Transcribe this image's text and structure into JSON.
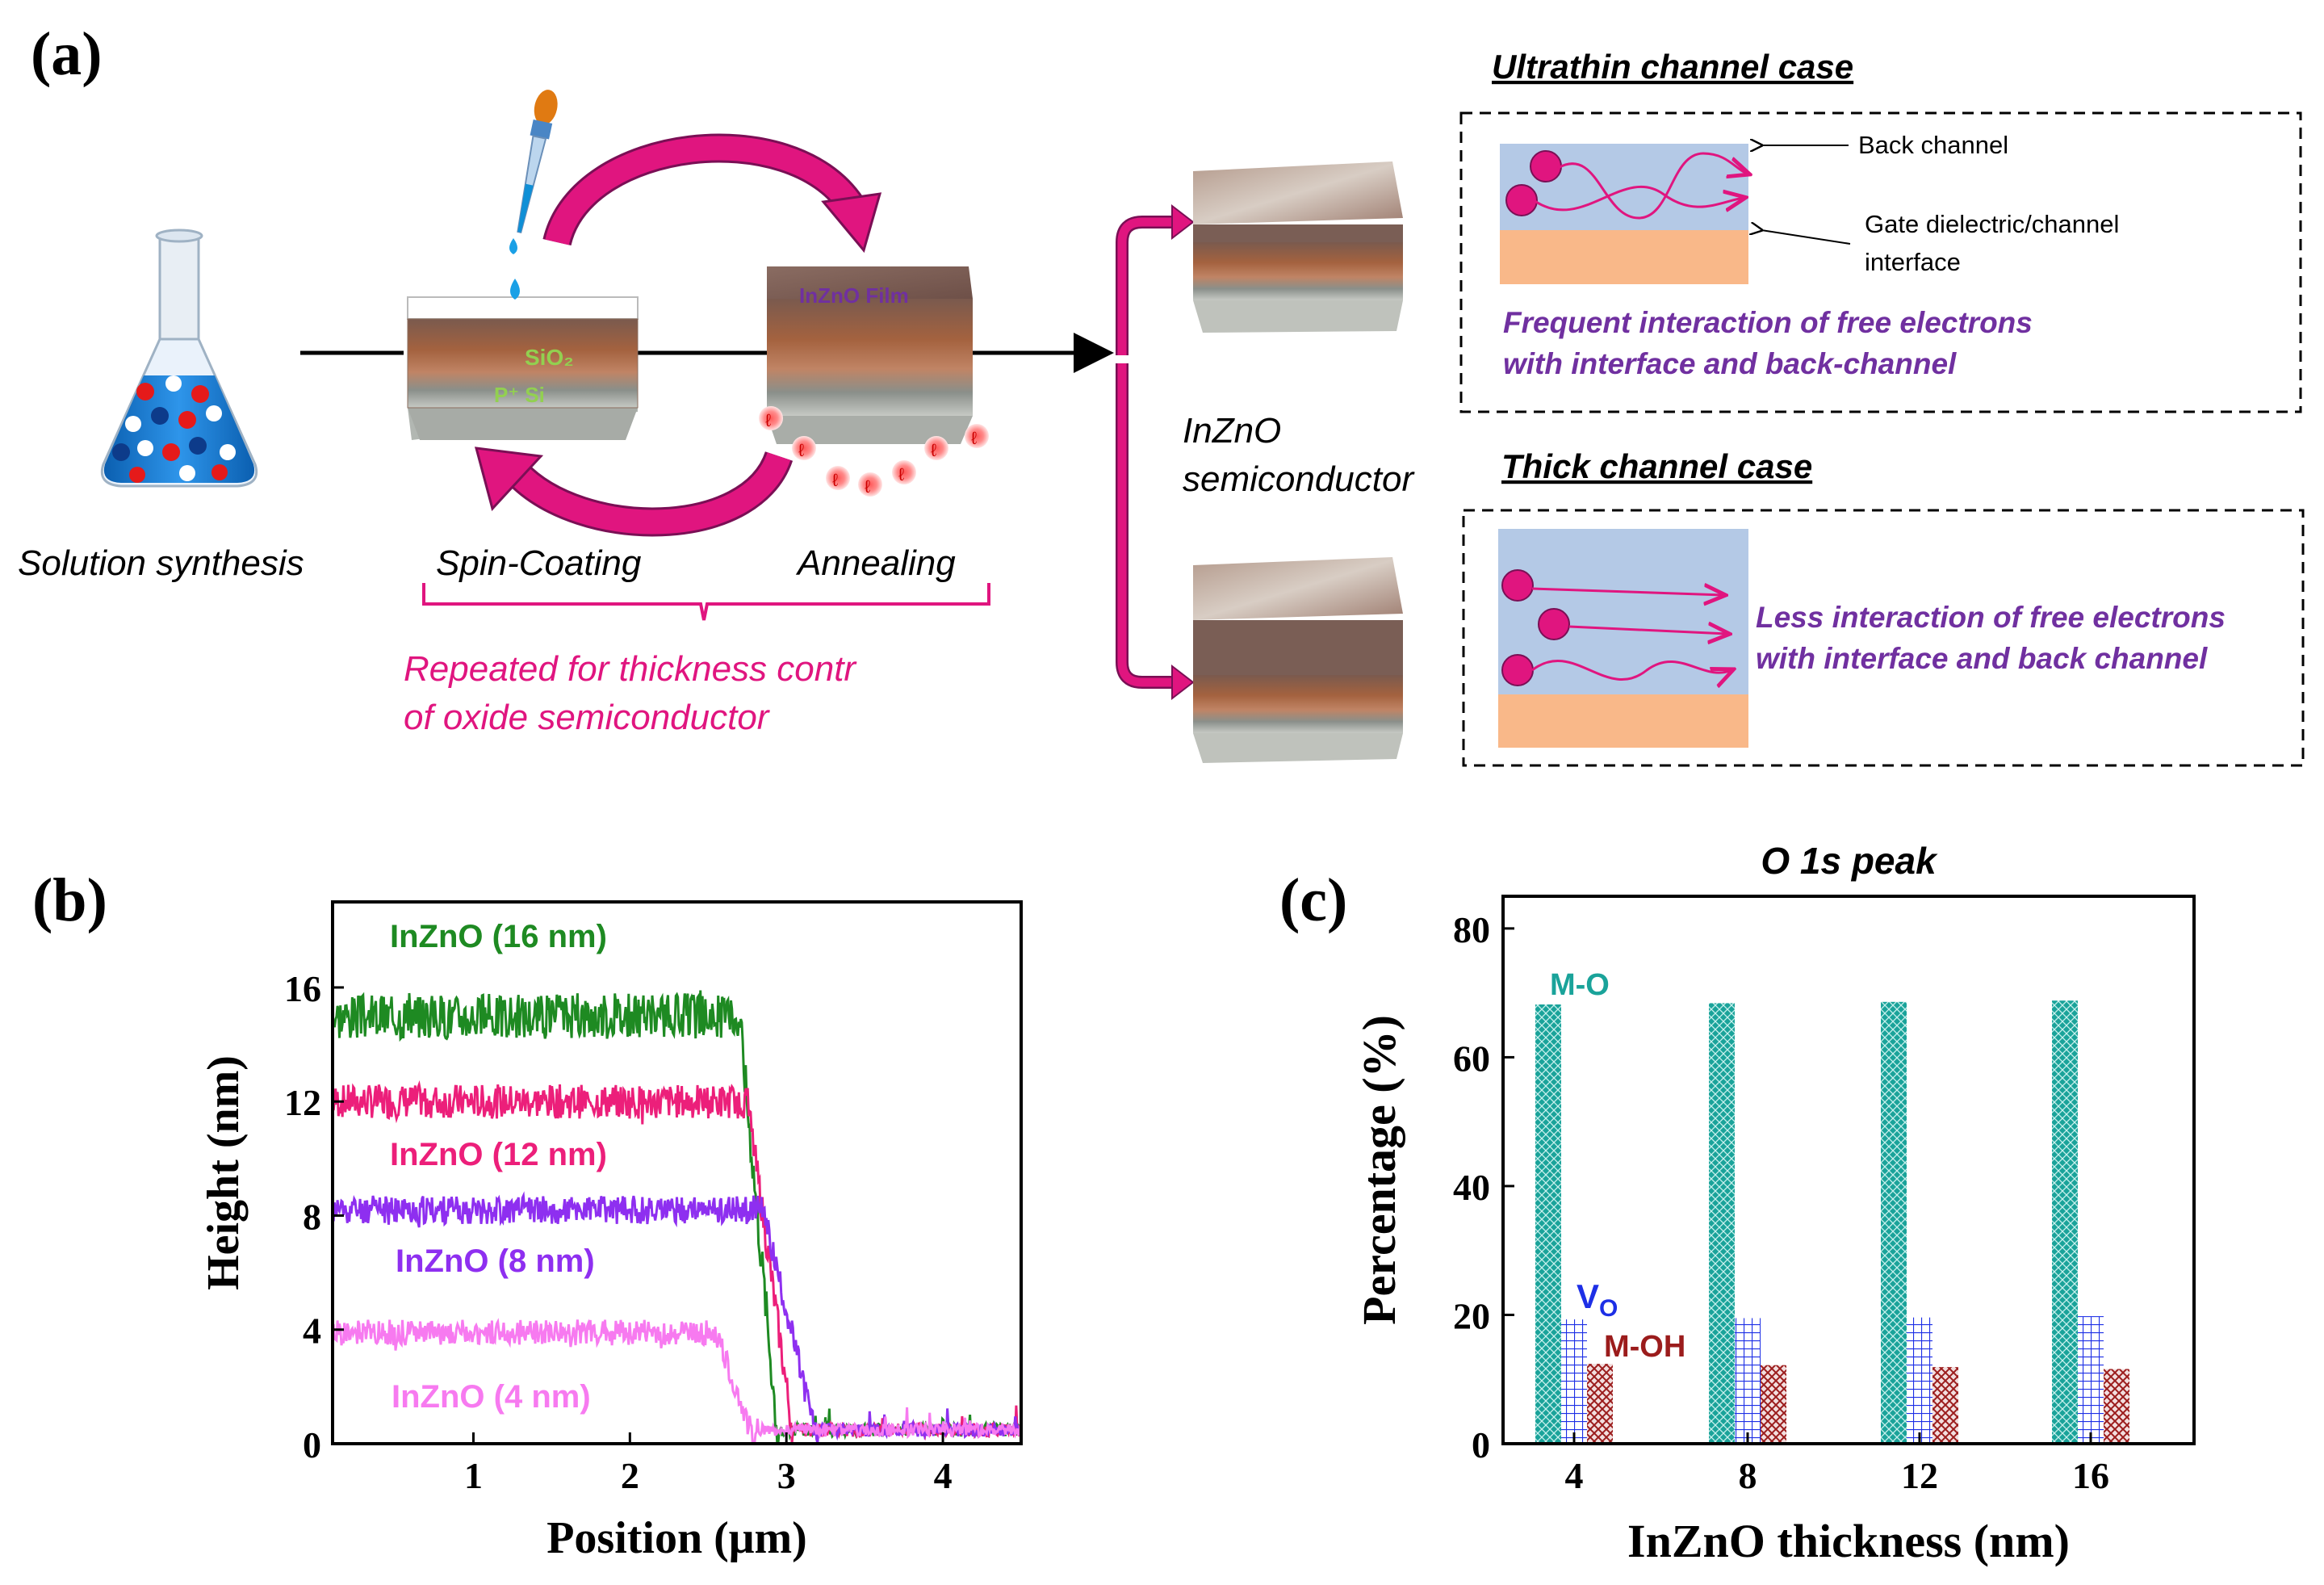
{
  "figure": {
    "panel_a": {
      "label": "(a)",
      "solution_label": "Solution synthesis",
      "spin_label": "Spin-Coating",
      "anneal_label": "Annealing",
      "repeat_line1": "Repeated for thickness contr",
      "repeat_line2": "of oxide semiconductor",
      "film_label": "InZnO Film",
      "sio2_label": "SiO₂",
      "psi_label": "P⁺ Si",
      "semi_line1": "InZnO",
      "semi_line2": "semiconductor",
      "ultrathin_title": "Ultrathin channel case",
      "back_channel": "Back channel",
      "gate_line1": "Gate dielectric/channel",
      "gate_line2": "interface",
      "frequent_line1": "Frequent interaction of free electrons",
      "frequent_line2": "with interface and back-channel",
      "thick_title": "Thick channel case",
      "less_line1": "Less interaction of free electrons",
      "less_line2": "with interface and back channel",
      "colors": {
        "magenta": "#e0157f",
        "purple": "#7030a0",
        "green_label": "#92d050",
        "channel_blue": "#b4c9e6",
        "dielectric_orange": "#f9b889",
        "flask_blue": "#1a7fd6"
      }
    },
    "panel_b": {
      "label": "(b)"
    },
    "panel_c": {
      "label": "(c)"
    }
  },
  "chart_data": [
    {
      "type": "line",
      "xlabel": "Position (μm)",
      "ylabel": "Height (nm)",
      "xlim": [
        0.1,
        4.5
      ],
      "ylim": [
        0,
        19
      ],
      "xticks": [
        1,
        2,
        3,
        4
      ],
      "yticks": [
        0,
        4,
        8,
        12,
        16
      ],
      "series": [
        {
          "name": "InZnO (16 nm)",
          "color": "#1e8a22",
          "plateau": 15,
          "noise": 0.8,
          "step_x": [
            2.7,
            2.9
          ],
          "floor_x": 2.95,
          "seed": 3
        },
        {
          "name": "InZnO (12 nm)",
          "color": "#ec1f7a",
          "plateau": 12,
          "noise": 0.6,
          "step_x": [
            2.75,
            3.0
          ],
          "floor_x": 3.05,
          "seed": 7
        },
        {
          "name": "InZnO (8 nm)",
          "color": "#8e2ff0",
          "plateau": 8.2,
          "noise": 0.5,
          "step_x": [
            2.85,
            3.15
          ],
          "floor_x": 3.2,
          "seed": 11
        },
        {
          "name": "InZnO (4 nm)",
          "color": "#f77af0",
          "plateau": 3.9,
          "noise": 0.45,
          "step_x": [
            2.55,
            2.75
          ],
          "floor_x": 2.8,
          "seed": 19
        }
      ],
      "label_colors": [
        "#1e8a22",
        "#ec1f7a",
        "#8e2ff0",
        "#f77af0"
      ]
    },
    {
      "type": "bar",
      "title": "O 1s peak",
      "xlabel": "InZnO thickness (nm)",
      "ylabel": "Percentage (%)",
      "categories": [
        "4",
        "8",
        "12",
        "16"
      ],
      "ylim": [
        0,
        85
      ],
      "yticks": [
        0,
        20,
        40,
        60,
        80
      ],
      "series": [
        {
          "name": "M-O",
          "color": "#1aa39a",
          "values": [
            68.2,
            68.4,
            68.6,
            68.8
          ]
        },
        {
          "name": "V",
          "sub": "O",
          "color": "#1d2fe6",
          "values": [
            19.3,
            19.5,
            19.6,
            19.8
          ]
        },
        {
          "name": "M-OH",
          "color": "#9b1c1c",
          "values": [
            12.4,
            12.2,
            11.9,
            11.6
          ]
        }
      ]
    }
  ]
}
